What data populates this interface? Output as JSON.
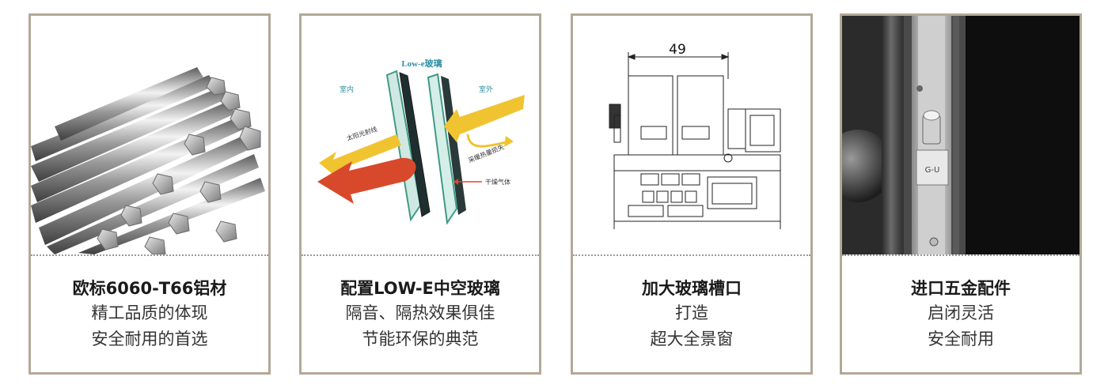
{
  "cards": [
    {
      "title": "欧标6060-T66铝材",
      "lines": [
        "精工品质的体现",
        "安全耐用的首选"
      ],
      "image": "aluminum-bars"
    },
    {
      "title": "配置LOW-E中空玻璃",
      "lines": [
        "隔音、隔热效果俱佳",
        "节能环保的典范"
      ],
      "image": "lowe-glass-diagram",
      "diagram": {
        "heading": "Low-e玻璃",
        "indoor": "室内",
        "outdoor": "室外",
        "sunlight": "太阳光射线",
        "heat_loss": "采暖热量损失",
        "dry_gas": "干燥气体"
      }
    },
    {
      "title": "加大玻璃槽口",
      "lines": [
        "打造",
        "超大全景窗"
      ],
      "image": "frame-profile",
      "dimension": "49"
    },
    {
      "title": "进口五金配件",
      "lines": [
        "启闭灵活",
        "安全耐用"
      ],
      "image": "hardware-closeup",
      "hardware_logo": "G-U"
    }
  ],
  "colors": {
    "border": "#b3a898",
    "arrow_yellow": "#f0c330",
    "arrow_red": "#d8492c",
    "glass_green": "#4aa58f",
    "diagram_label": "#2c8fa3"
  }
}
